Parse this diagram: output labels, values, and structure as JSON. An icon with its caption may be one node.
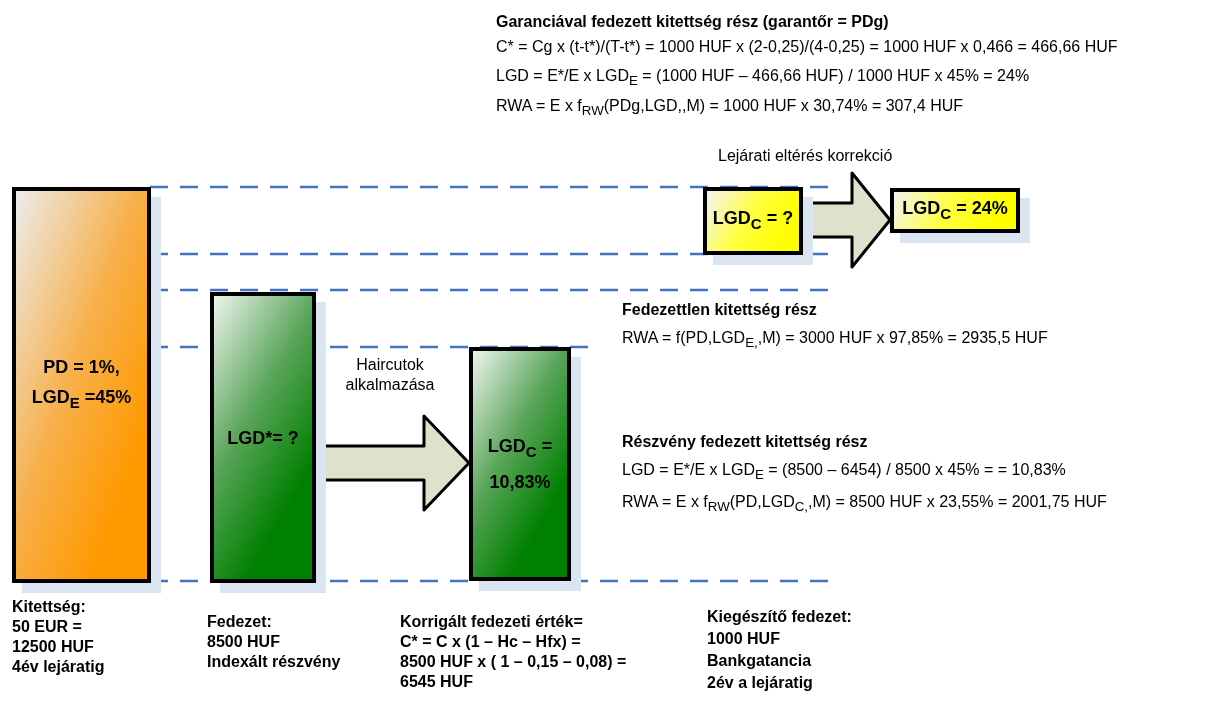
{
  "diagram": {
    "nodes": [
      {
        "text": [
          "PD = 1%, LGD$_{E}$ =45%"
        ],
        "beside": [
          "Kitettség:",
          "50 EUR =",
          "12500 HUF",
          "4év lejáratig"
        ]
      },
      {
        "text": [
          "LGD*= ?"
        ],
        "beside": [
          "Fedezet:",
          "8500 HUF",
          "Indexált részvény"
        ]
      },
      {
        "text": [
          "LGD$_{C}$ = 10,83%"
        ],
        "beside": [
          "Korrigált fedezeti érték=",
          "C* = C x (1 – Hc – Hfx) =",
          "8500 HUF x ( 1 – 0,15 – 0,08) =",
          "6545 HUF"
        ]
      },
      {
        "text": [
          "LGD$_{C}$ = ?"
        ]
      },
      {
        "text": [
          "LGD$_{C}$ = 24%"
        ]
      }
    ],
    "edges": [
      {
        "from": 1,
        "to": 2,
        "arrow": "to",
        "label": "Haircutok alkalmazása"
      },
      {
        "from": 3,
        "to": 4,
        "arrow": "to",
        "label": "Lejárati eltérés korrekció"
      }
    ],
    "labels": [
      "Garanciával fedezett kitettség rész (garantőr = PDg)",
      "C* = Cg x (t-t*)/(T-t*) = 1000 HUF x (2-0,25)/(4-0,25) = 1000 HUF x 0,466 = 466,66 HUF",
      "LGD = E*/E x LGD$_{E}$ = (1000 HUF – 466,66 HUF) / 1000 HUF x 45% = 24%",
      "RWA = E x f$_{RW}$(PDg,LGD,,M) = 1000 HUF x 30,74% = 307,4 HUF",
      "Fedezettlen kitettség rész",
      "RWA = f(PD,LGD$_{E,}$,M) = 3000 HUF x 97,85% = 2935,5 HUF",
      "Részvény fedezett kitettség rész",
      "LGD = E*/E x LGD$_{E}$ = (8500 – 6454) / 8500 x 45% = = 10,83%",
      "RWA = E x f$_{RW}$(PD,LGD$_{C,}$,M) = 8500 HUF x 23,55% = 2001,75 HUF",
      "Kiegészítő fedezet:",
      "1000 HUF",
      "Bankgatancia",
      "2év a lejáratig"
    ]
  }
}
